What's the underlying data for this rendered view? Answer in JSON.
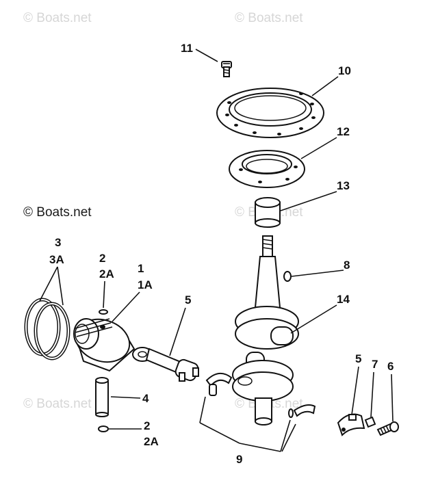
{
  "watermarks": {
    "top_left": "© Boats.net",
    "top_right": "© Boats.net",
    "mid_left": "© Boats.net",
    "mid_right": "© Boats.net",
    "bottom_left": "© Boats.net",
    "bottom_right": "© Boats.net"
  },
  "callouts": {
    "c11": "11",
    "c10": "10",
    "c12": "12",
    "c13": "13",
    "c8": "8",
    "c14": "14",
    "c3": "3",
    "c3a": "3A",
    "c2_top": "2",
    "c2a_top": "2A",
    "c1": "1",
    "c1a": "1A",
    "c5_rod": "5",
    "c4": "4",
    "c2_bottom": "2",
    "c2a_bottom": "2A",
    "c9": "9",
    "c5_cap": "5",
    "c7": "7",
    "c6": "6"
  }
}
